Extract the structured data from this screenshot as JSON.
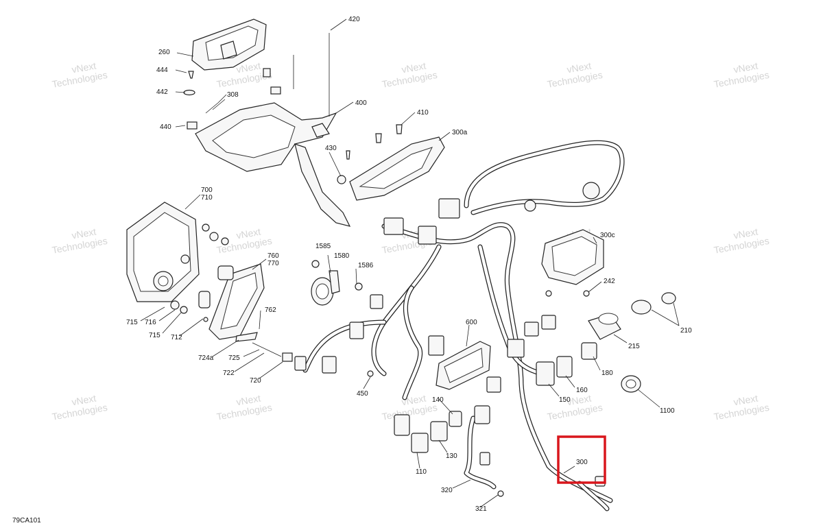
{
  "callouts": [
    {
      "label": "420"
    },
    {
      "label": "260"
    },
    {
      "label": "444"
    },
    {
      "label": "442"
    },
    {
      "label": "308"
    },
    {
      "label": "400"
    },
    {
      "label": "440"
    },
    {
      "label": "410"
    },
    {
      "label": "300a"
    },
    {
      "label": "430"
    },
    {
      "label": "700"
    },
    {
      "label": "710"
    },
    {
      "label": "760"
    },
    {
      "label": "770"
    },
    {
      "label": "1585"
    },
    {
      "label": "1580"
    },
    {
      "label": "1586"
    },
    {
      "label": "300c"
    },
    {
      "label": "242"
    },
    {
      "label": "210"
    },
    {
      "label": "215"
    },
    {
      "label": "180"
    },
    {
      "label": "762"
    },
    {
      "label": "600"
    },
    {
      "label": "715"
    },
    {
      "label": "716"
    },
    {
      "label": "715"
    },
    {
      "label": "712"
    },
    {
      "label": "724a"
    },
    {
      "label": "725"
    },
    {
      "label": "722"
    },
    {
      "label": "720"
    },
    {
      "label": "450"
    },
    {
      "label": "160"
    },
    {
      "label": "150"
    },
    {
      "label": "1100"
    },
    {
      "label": "140"
    },
    {
      "label": "130"
    },
    {
      "label": "110"
    },
    {
      "label": "300"
    },
    {
      "label": "320"
    },
    {
      "label": "321"
    }
  ],
  "watermark": {
    "line1": "vNext",
    "line2": "Technologies"
  },
  "reference": "79CA101",
  "highlight": {
    "label": "300",
    "color": "#d9161c"
  }
}
